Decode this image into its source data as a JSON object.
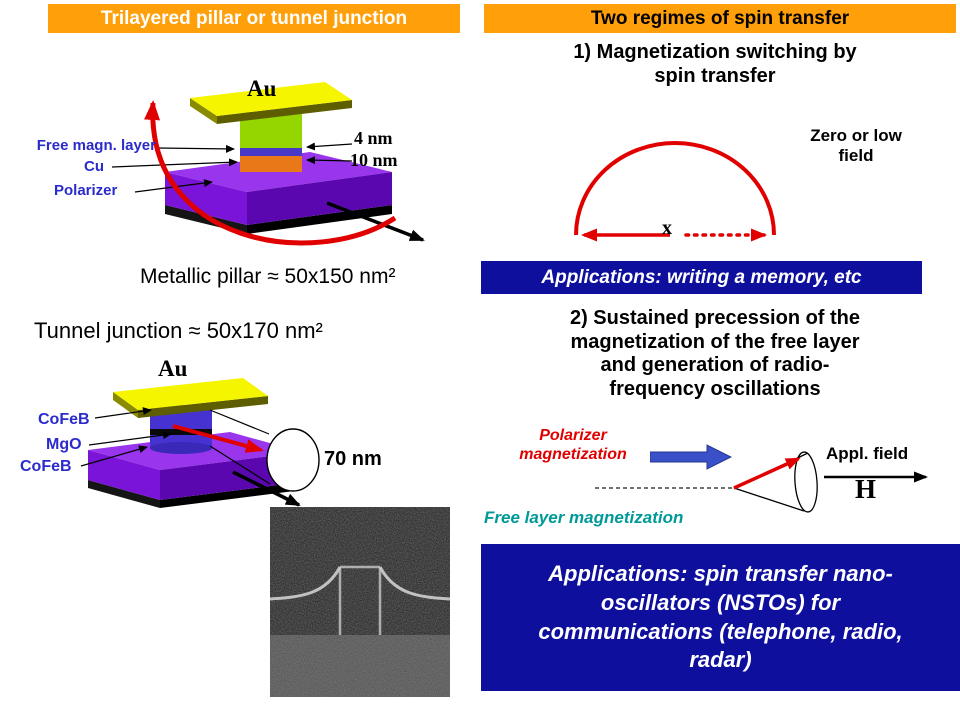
{
  "colors": {
    "header_orange": "#FFA00A",
    "banner_blue": "#0F0F9E",
    "label_blue": "#2B2BCC",
    "accent_red": "#E10000",
    "teal": "#009999",
    "base_purple": "#7A14D8",
    "plate_yellow": "#F5F500"
  },
  "left_panel": {
    "header": "Trilayered pillar or tunnel junction",
    "pillar": {
      "au": "Au",
      "free_layer": "Free magn. layer",
      "cu": "Cu",
      "polarizer": "Polarizer",
      "dim1": "4 nm",
      "dim2": "10 nm",
      "caption": "Metallic pillar ≈ 50x150 nm²"
    },
    "tunnel": {
      "caption": "Tunnel junction ≈ 50x170 nm²",
      "au": "Au",
      "cofeb_top": "CoFeB",
      "mgo": "MgO",
      "cofeb_bottom": "CoFeB",
      "dim": "70 nm"
    }
  },
  "right_panel": {
    "header": "Two regimes of spin transfer",
    "regime1": {
      "title": "1) Magnetization switching by\nspin transfer",
      "field_note": "Zero or low\nfield",
      "x_label": "x",
      "banner": "Applications: writing a memory, etc"
    },
    "regime2": {
      "title": "2) Sustained precession of the\nmagnetization  of the free layer\nand generation of radio-\nfrequency oscillations",
      "polarizer_label": "Polarizer\nmagnetization",
      "appl_field": "Appl. field",
      "h_symbol": "H",
      "free_layer_label": "Free layer magnetization",
      "banner": "Applications:  spin transfer nano-\noscillators (NSTOs) for\ncommunications (telephone, radio,\nradar)"
    }
  }
}
